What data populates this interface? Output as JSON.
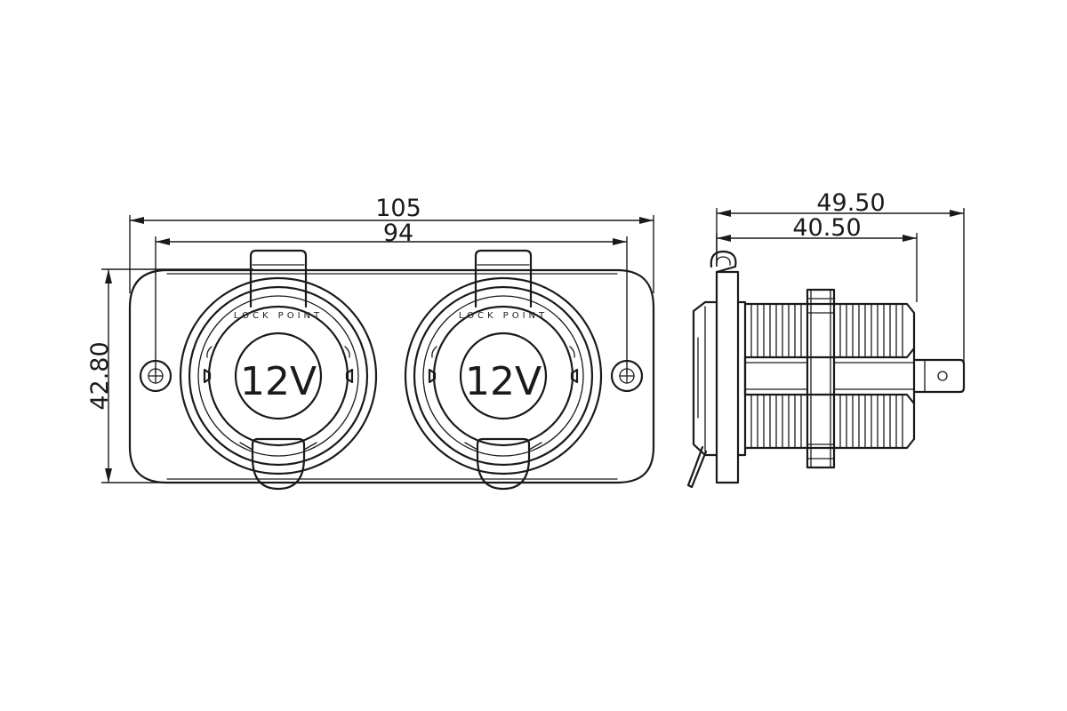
{
  "dimensions": {
    "overall_width": "105",
    "hole_spacing": "94",
    "height": "42.80",
    "side_overall_depth": "49.50",
    "side_thread_depth": "40.50"
  },
  "sockets": [
    {
      "label": "12V",
      "ring_text": "LOCK  POINT"
    },
    {
      "label": "12V",
      "ring_text": "LOCK  POINT"
    }
  ],
  "colors": {
    "line": "#1a1a1a",
    "background": "#ffffff"
  }
}
